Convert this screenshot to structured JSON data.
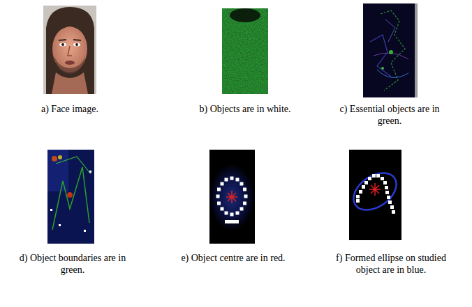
{
  "diagram": {
    "labels": [
      "a) Face image.",
      "b) Objects are in white.",
      "c) Essential objects are in green.",
      "d) Object boundaries are in green.",
      "e) Object centre are in red.",
      "f) Formed ellipse on studied object are in blue."
    ]
  }
}
